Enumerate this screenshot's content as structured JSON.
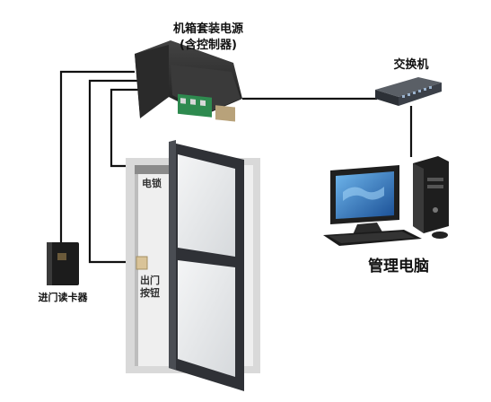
{
  "labels": {
    "power_box_line1": "机箱套装电源",
    "power_box_line2": "(含控制器)",
    "switch": "交换机",
    "management_pc": "管理电脑",
    "card_reader": "进门读卡器",
    "electric_lock": "电锁",
    "exit_button_line1": "出门",
    "exit_button_line2": "按钮"
  },
  "colors": {
    "wire": "#111111",
    "door_frame": "#2f3136",
    "glass": "#e6e8ea",
    "wall": "#c9c9c9",
    "screen": "#1a5fa8"
  }
}
